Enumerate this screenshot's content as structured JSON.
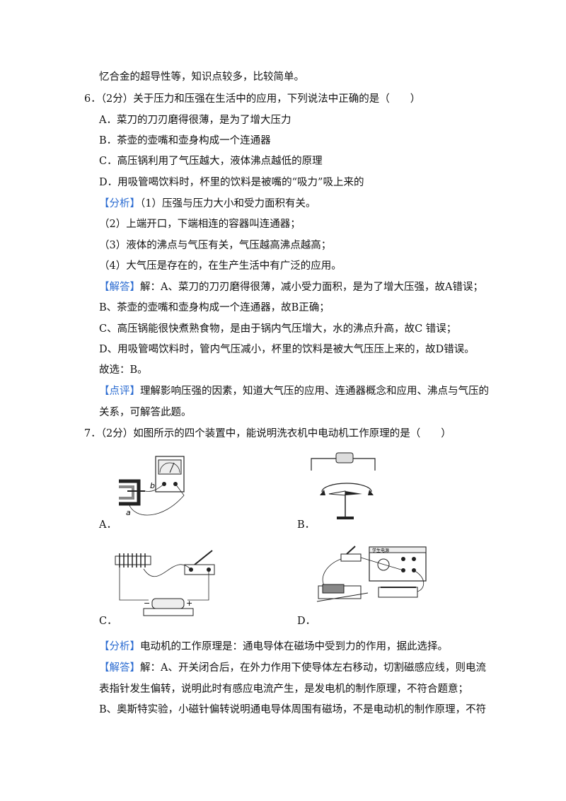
{
  "carry_over": "忆合金的超导性等，知识点较多，比较简单。",
  "q6": {
    "stem": "6．（2分）关于压力和压强在生活中的应用，下列说法中正确的是（　　）",
    "options": [
      "A．菜刀的刀刃磨得很薄，是为了增大压力",
      "B．茶壶的壶嘴和壶身构成一个连通器",
      "C．高压锅利用了气压越大，液体沸点越低的原理",
      "D．用吸管喝饮料时，杯里的饮料是被嘴的“吸力”吸上来的"
    ],
    "analysis_tag": "【分析】",
    "analysis_lines": [
      "（1）压强与压力大小和受力面积有关。",
      "（2）上端开口，下端相连的容器叫连通器；",
      "（3）液体的沸点与气压有关，气压越高沸点越高；",
      "（4）大气压是存在的，在生产生活中有广泛的应用。"
    ],
    "answer_tag": "【解答】",
    "answer_lines": [
      "解：A、菜刀的刀刃磨得很薄，减小受力面积，是为了增大压强，故A错误；",
      "B、茶壶的壶嘴和壶身构成一个连通器，故B正确；",
      "C、高压锅能很快煮熟食物，是由于锅内气压增大，水的沸点升高，故C 错误；",
      "D、用吸管喝饮料时，管内气压减小，杯里的饮料是被大气压压上来的，故D错误。",
      "故选：B。"
    ],
    "comment_tag": "【点评】",
    "comment_lines": [
      "理解影响压强的因素，知道大气压的应用、连通器概念和应用、沸点与气压的",
      "关系，可解答此题。"
    ]
  },
  "q7": {
    "stem": "7．（2分）如图所示的四个装置中，能说明洗衣机中电动机工作原理的是（　　）",
    "figures": {
      "a_label": "A．",
      "b_label": "B．",
      "c_label": "C．",
      "d_label": "D．",
      "a_letter_a": "a",
      "a_letter_b": "b",
      "c_minus": "−",
      "c_plus": "+",
      "d_panel_text": "学生电源"
    },
    "analysis_tag": "【分析】",
    "analysis_text": "电动机的工作原理是：通电导体在磁场中受到力的作用，据此选择。",
    "answer_tag": "【解答】",
    "answer_lines": [
      "解：A、开关闭合后，在外力作用下使导体左右移动，切割磁感应线，则电流",
      "表指针发生偏转，说明此时有感应电流产生，是发电机的制作原理，不符合题意；",
      "B、奥斯特实验，小磁针偏转说明通电导体周围有磁场，不是电动机的制作原理，不符"
    ]
  },
  "colors": {
    "tag": "#2a6bd1",
    "text": "#111111"
  }
}
